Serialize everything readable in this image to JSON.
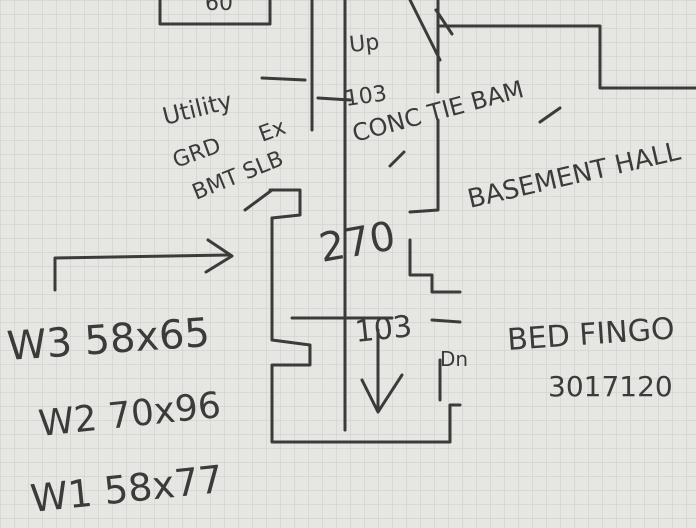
{
  "sketch": {
    "notes": {
      "top_number": "60",
      "up_label": "Up",
      "utility_label": "Utility",
      "room_103_top": "103",
      "conc_tie_beam": "CONC TIE BAM",
      "ex_label": "Ex",
      "grid_label": "GRD",
      "bmt_slab": "BMT SLB",
      "basement_hall": "BASEMENT HALL",
      "dim_270": "270",
      "room_103_mid": "103",
      "dn_label": "Dn",
      "bed_fingo": "BED FINGO",
      "code_3017120": "3017120",
      "w3": "W3 58x65",
      "w2": "W2 70x96",
      "w1": "W1 58x77"
    },
    "colors": {
      "paper": "#e6e7e3",
      "grid": "#c8cbc6",
      "ink": "#3b3b3b"
    }
  }
}
